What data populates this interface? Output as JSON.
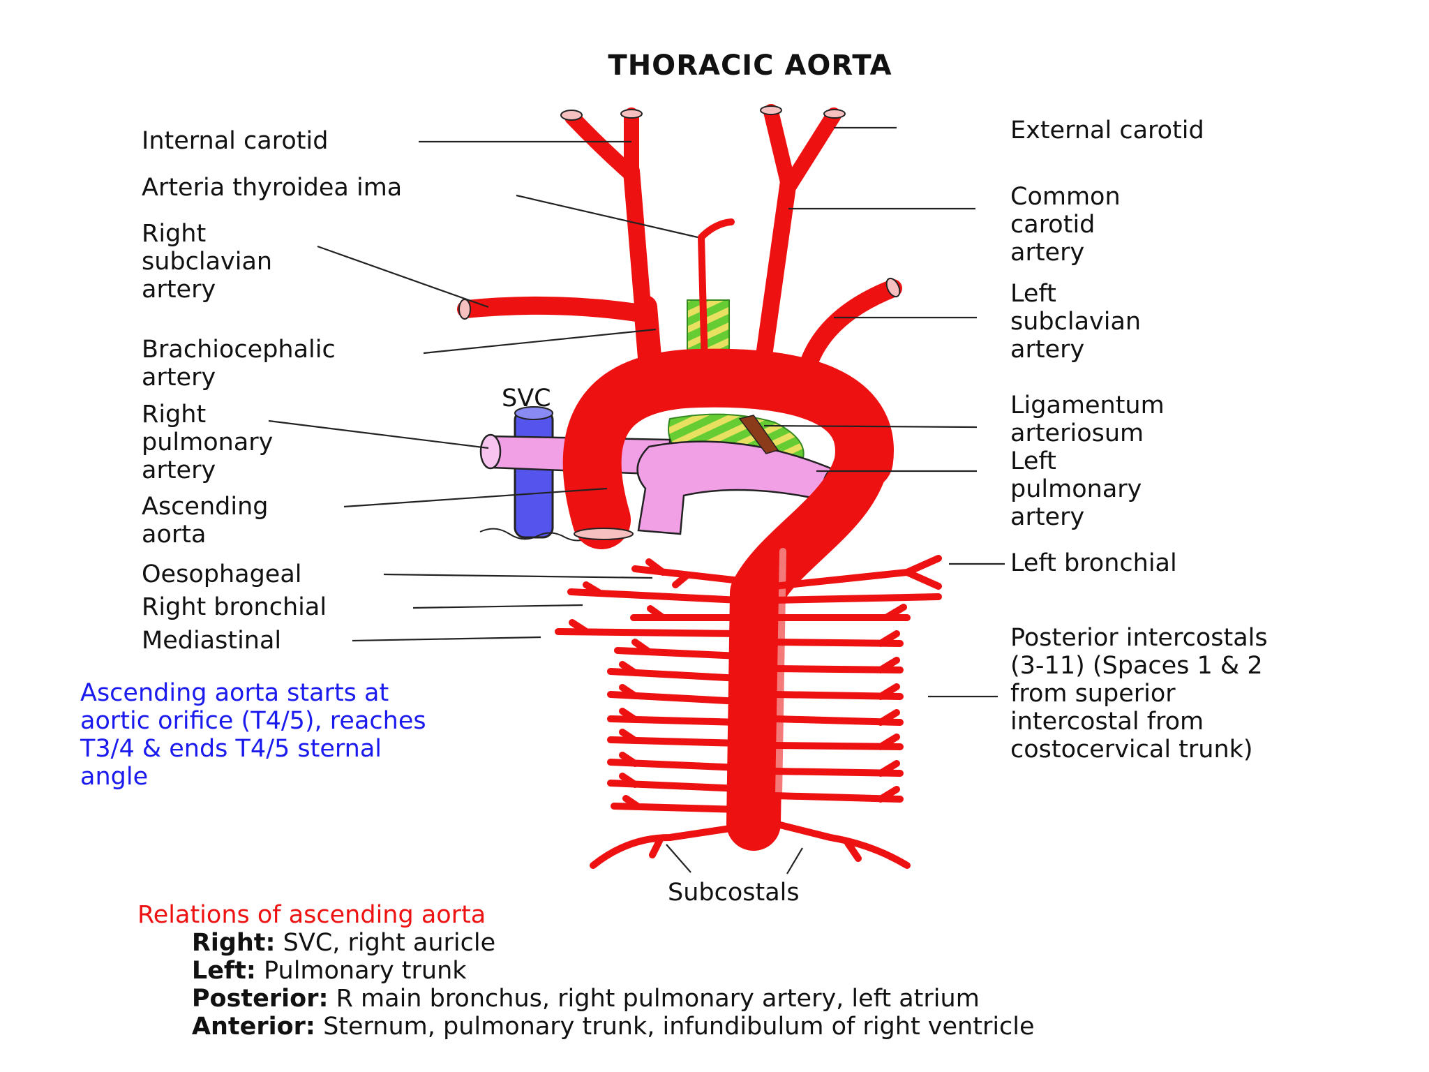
{
  "title": "THORACIC AORTA",
  "labels": {
    "internal_carotid": "Internal carotid",
    "arteria_thyroidea_ima": "Arteria thyroidea ima",
    "right_subclavian": [
      "Right",
      "subclavian",
      "artery"
    ],
    "brachiocephalic": [
      "Brachiocephalic",
      "artery"
    ],
    "svc": "SVC",
    "right_pulmonary": [
      "Right",
      "pulmonary",
      "artery"
    ],
    "ascending_aorta": [
      "Ascending",
      "aorta"
    ],
    "oesophageal": "Oesophageal",
    "right_bronchial": "Right bronchial",
    "mediastinal": "Mediastinal",
    "external_carotid": "External carotid",
    "common_carotid": [
      "Common",
      "carotid",
      "artery"
    ],
    "left_subclavian": [
      "Left",
      "subclavian",
      "artery"
    ],
    "ligamentum": [
      "Ligamentum",
      "arteriosum"
    ],
    "left_pulmonary": [
      "Left",
      "pulmonary",
      "artery"
    ],
    "left_bronchial": "Left bronchial",
    "posterior_intercostals": [
      "Posterior intercostals",
      "(3-11) (Spaces 1 & 2",
      "from superior",
      "intercostal from",
      "costocervical trunk)"
    ],
    "subcostals": "Subcostals"
  },
  "note_blue": [
    "Ascending aorta starts at",
    "aortic orifice (T4/5), reaches",
    "T3/4 & ends T4/5 sternal",
    "angle"
  ],
  "relations": {
    "heading": "Relations of ascending aorta",
    "rows": [
      {
        "key": "Right:",
        "value": " SVC, right auricle"
      },
      {
        "key": "Left:",
        "value": " Pulmonary trunk"
      },
      {
        "key": "Posterior:",
        "value": " R main bronchus, right pulmonary artery, left atrium"
      },
      {
        "key": "Anterior:",
        "value": " Sternum, pulmonary trunk, infundibulum of right ventricle"
      }
    ]
  },
  "colors": {
    "artery": "#ee1111",
    "vein_svc": "#5555ee",
    "pulmonary": "#f2a0e6",
    "ligament": "#8b3a1a",
    "trachea_green": "#66cc33",
    "trachea_yellow": "#e8e060",
    "note_blue": "#1a1aee",
    "relations_heading": "#ee1111"
  }
}
